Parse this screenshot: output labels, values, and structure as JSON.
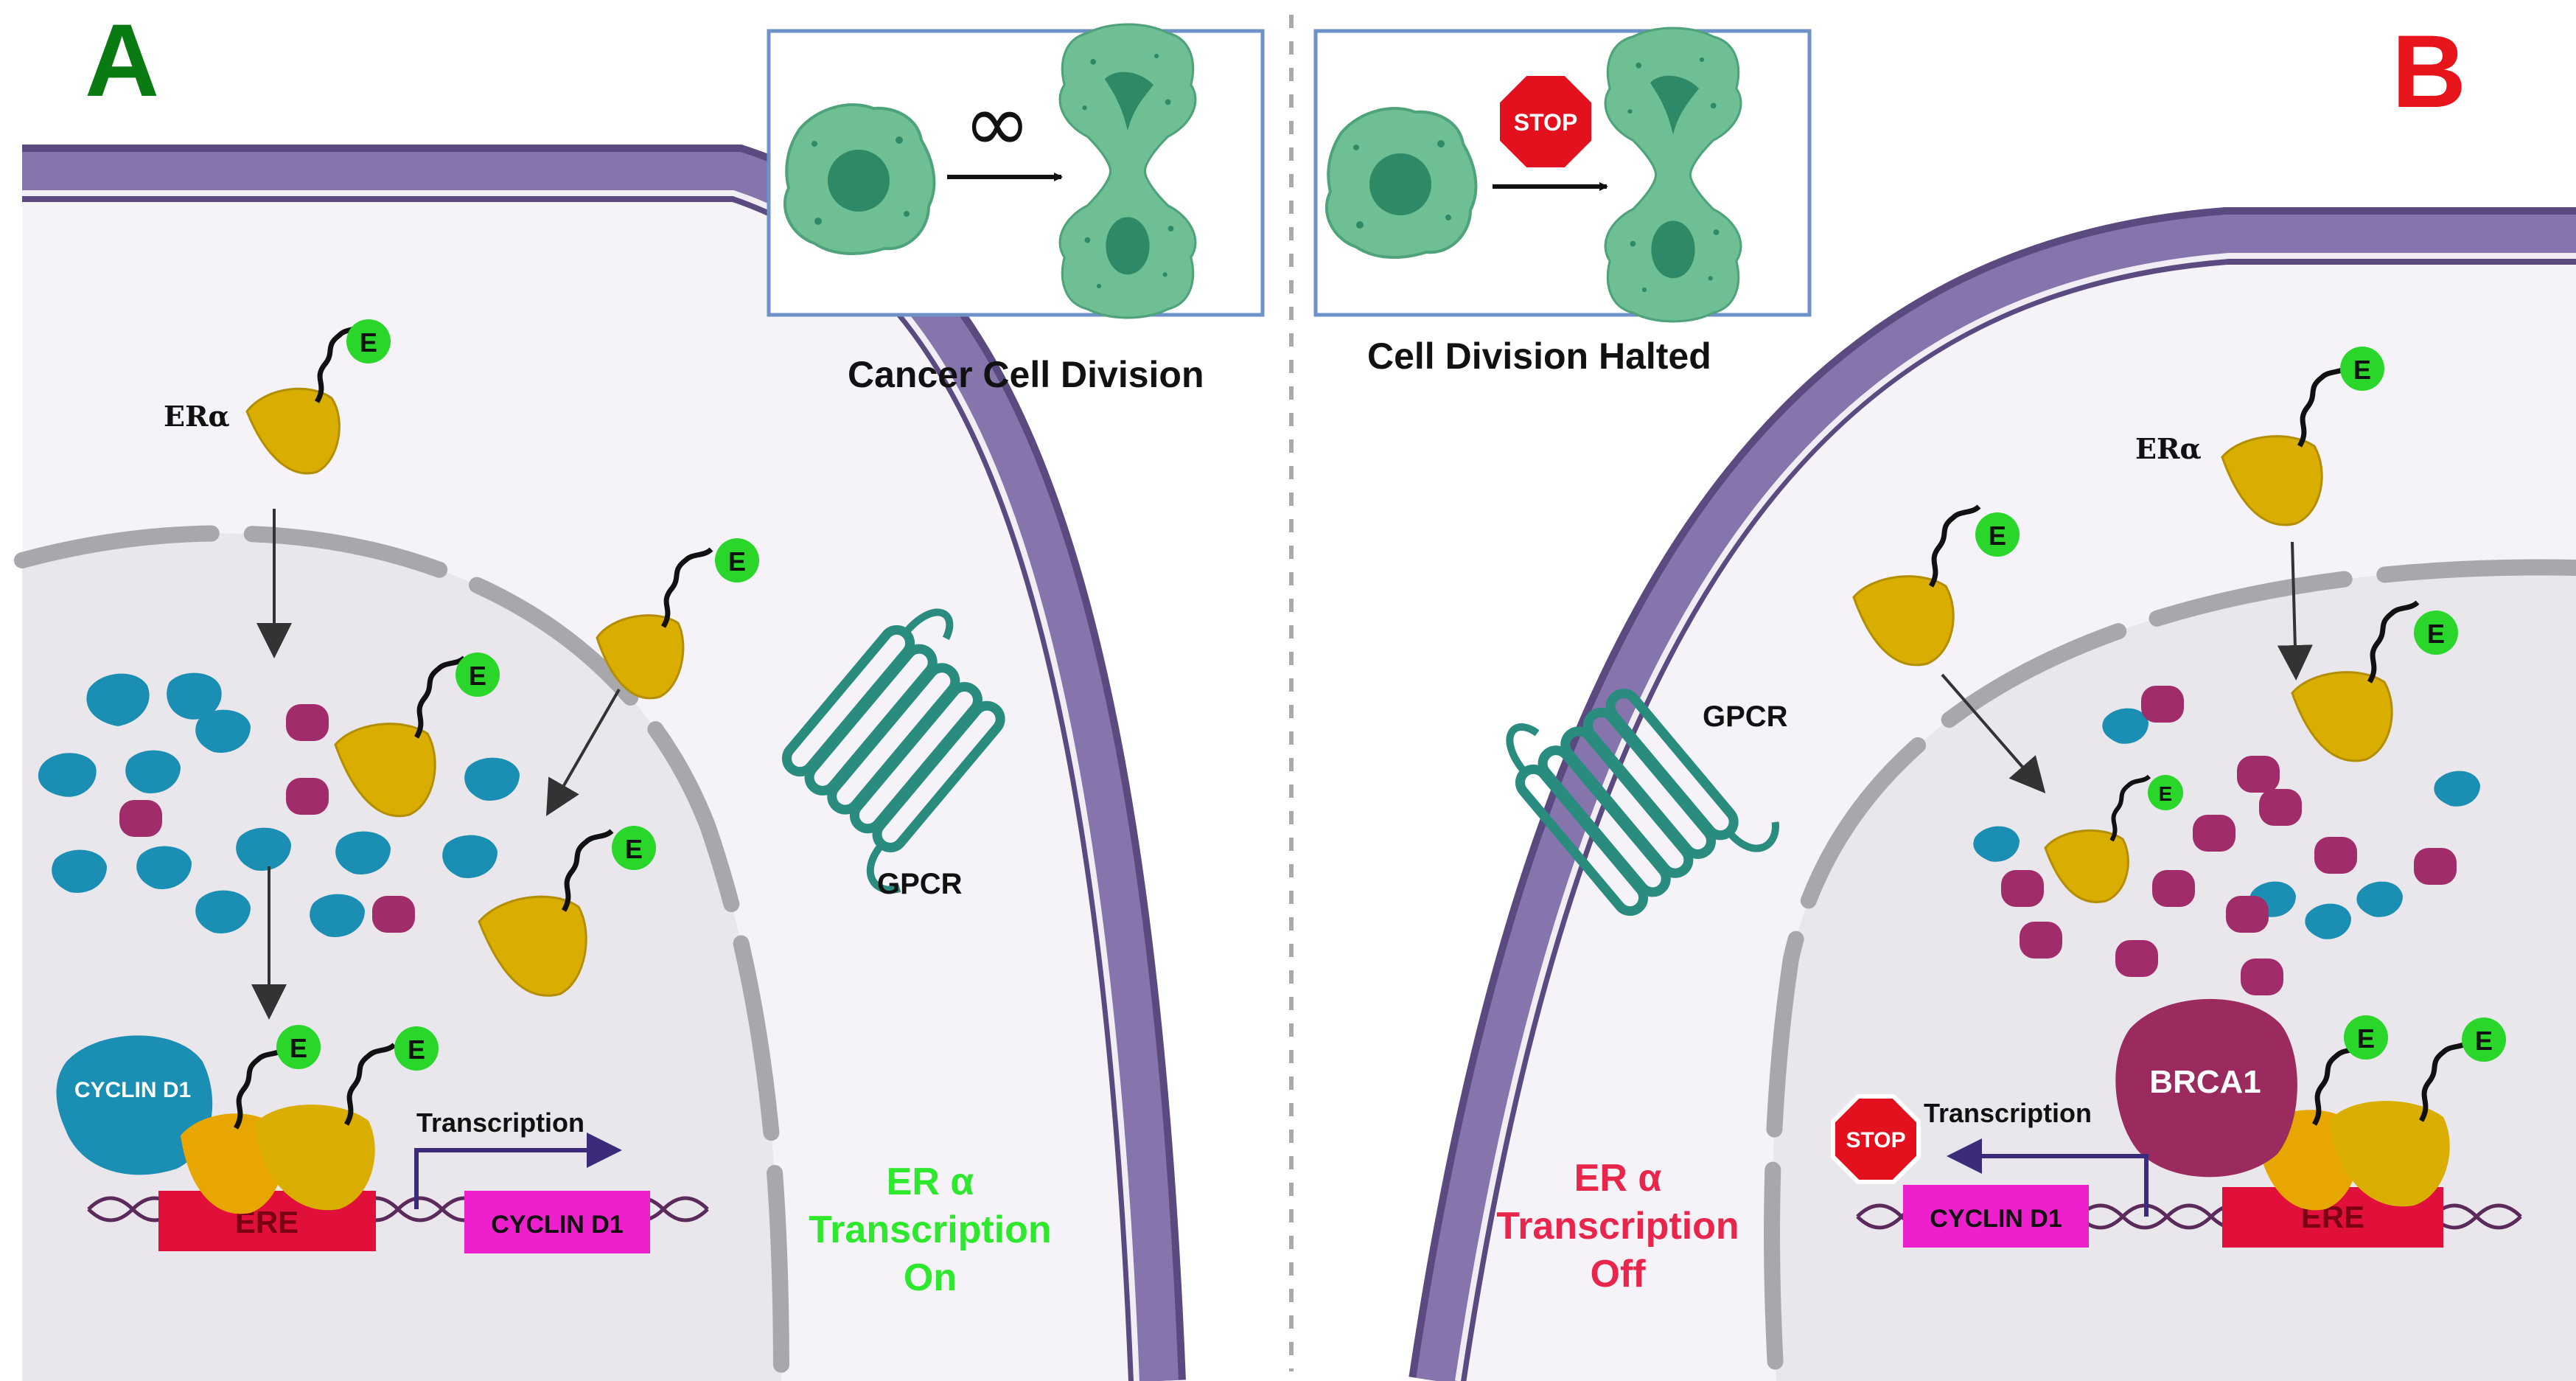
{
  "panel_a": {
    "letter": "A",
    "letter_color": "#0a7a12",
    "caption": "Cancer Cell Division",
    "infinity": "∞",
    "era_label": "ERα",
    "gpcr_label": "GPCR",
    "cyclin_protein_label": "CYCLIN D1",
    "ere_label": "ERE",
    "transcription_label": "Transcription",
    "gene_label": "CYCLIN D1",
    "status_lines": [
      "ER α",
      "Transcription",
      "On"
    ],
    "status_color": "#2ee82e",
    "e_label": "E"
  },
  "panel_b": {
    "letter": "B",
    "letter_color": "#e8141c",
    "caption": "Cell Division Halted",
    "stop_label": "STOP",
    "era_label": "ERα",
    "gpcr_label": "GPCR",
    "brca1_label": "BRCA1",
    "ere_label": "ERE",
    "transcription_label": "Transcription",
    "gene_label": "CYCLIN D1",
    "stop_gene_label": "STOP",
    "status_lines": [
      "ER α",
      "Transcription",
      "Off"
    ],
    "status_color": "#e8254a",
    "e_label": "E"
  },
  "colors": {
    "membrane": "#7d6aa3",
    "membrane_edge": "#5b4a80",
    "cytoplasm": "#f5f2f8",
    "nucleus": "#e9e6ec",
    "era": "#d9ae00",
    "ligand": "#2bd62b",
    "blue_protein": "#1b8fb3",
    "purple_protein": "#a02d6a",
    "gpcr": "#2a8c7e",
    "ere": "#e0103a",
    "gene": "#ee1fcc",
    "brca1": "#9b2a5e",
    "cell_green": "#6fbf95",
    "cell_dark": "#2e8a66",
    "stop": "#e3101e",
    "arrow_purple": "#3c2a7a"
  }
}
